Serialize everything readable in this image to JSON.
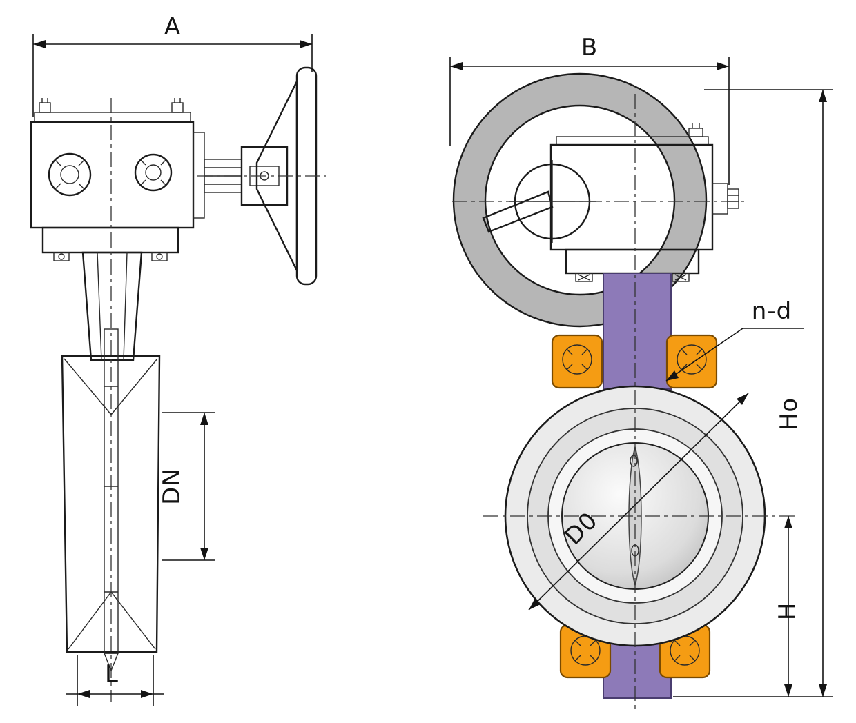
{
  "labels": {
    "side_view": {
      "overall_width": "A",
      "nominal_diameter": "DN",
      "face_to_face": "L"
    },
    "front_view": {
      "overall_width": "B",
      "bolt_holes": "n-d",
      "total_height": "Ho",
      "center_height": "H",
      "bolt_circle": "D0"
    }
  },
  "colors": {
    "lug_orange": "#f59c13",
    "neck_purple": "#8d7ab8",
    "handwheel_gray": "#b6b6b6",
    "line": "#1b1b1b"
  }
}
